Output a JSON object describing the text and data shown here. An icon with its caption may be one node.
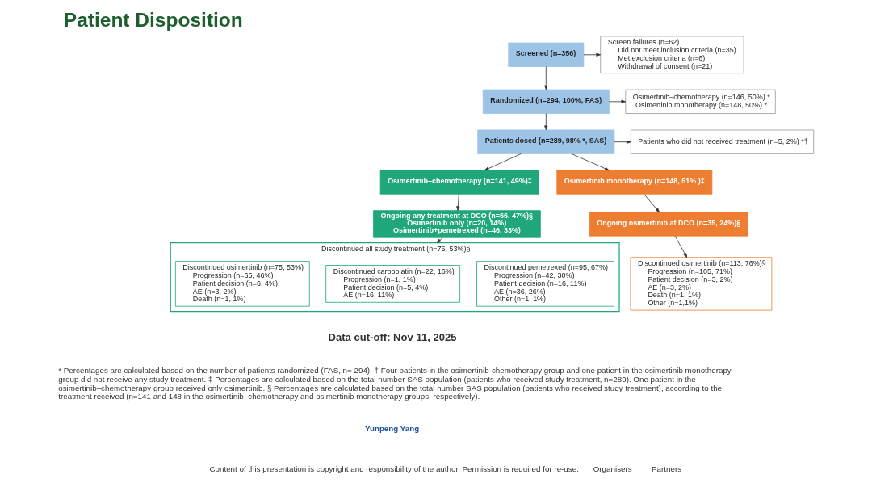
{
  "diagram": {
    "title": "Patient Disposition",
    "nodes": [
      {
        "text": [
          "Screened (n=356)"
        ]
      },
      {
        "text": [
          "Screen failures (n=62)",
          "Did not meet inclusion criteria (n=35)",
          "Met exclusion criteria (n=6)",
          "Withdrawal of consent (n=21)"
        ]
      },
      {
        "text": [
          "Randomized (n=294, 100%, FAS)"
        ]
      },
      {
        "text": [
          "Osimertinib–chemotherapy (n=146, 50%) *",
          "Osimertinib monotherapy (n=148, 50%) *"
        ]
      },
      {
        "text": [
          "Patients dosed (n=289, 98% *, SAS)"
        ]
      },
      {
        "text": [
          "Patients who did not received treatment (n=5, 2%) *†"
        ]
      },
      {
        "text": [
          "Osimertinib–chemotherapy (n=141, 49%)‡"
        ]
      },
      {
        "text": [
          "Osimertinib monotherapy (n=148, 51% )‡"
        ]
      },
      {
        "text": [
          "Ongoing any treatment at DCO (n=66, 47%)§",
          "Osimertinib only (n=20, 14%)",
          "Osimertinib+pemetrexed (n=46, 33%)"
        ]
      },
      {
        "text": [
          "Ongoing osimertinib at DCO (n=35, 24%)§"
        ]
      },
      {
        "text": [
          "Discontinued all study treatment (n=75, 53%)§"
        ]
      },
      {
        "text": [
          "Discontinued osimertinib (n=75, 53%)",
          "Progression (n=65, 46%)",
          "Patient decision (n=6, 4%)",
          "AE (n=3, 2%)",
          "Death (n=1, 1%)"
        ],
        "in": 10
      },
      {
        "text": [
          "Discontinued carboplatin (n=22, 16%)",
          "Progression (n=1, 1%)",
          "Patient decision (n=5, 4%)",
          "AE (n=16, 11%)"
        ],
        "in": 10
      },
      {
        "text": [
          "Discontinued pemetrexed (n=95, 67%)",
          "Progression (n=42, 30%)",
          "Patient decision (n=16, 11%)",
          "AE (n=36, 26%)",
          "Other (n=1, 1%)"
        ],
        "in": 10
      },
      {
        "text": [
          "Discontinued osimertinib (n=113, 76%)§",
          "Progression (n=105, 71%)",
          "Patient decision (n=3, 2%)",
          "AE (n=3, 2%)",
          "Death (n=1, 1%)",
          "Other (n=1,1%)"
        ]
      }
    ],
    "edges": [
      {
        "from": 0,
        "to": 1,
        "arrow": "to"
      },
      {
        "from": 0,
        "to": 2,
        "arrow": "to"
      },
      {
        "from": 2,
        "to": 3,
        "arrow": "to"
      },
      {
        "from": 2,
        "to": 4,
        "arrow": "to"
      },
      {
        "from": 4,
        "to": 5,
        "arrow": "to"
      },
      {
        "from": 4,
        "to": 6,
        "arrow": "to"
      },
      {
        "from": 4,
        "to": 7,
        "arrow": "to"
      },
      {
        "from": 6,
        "to": 8,
        "arrow": "to"
      },
      {
        "from": 7,
        "to": 9,
        "arrow": "to"
      },
      {
        "from": 8,
        "to": 10,
        "arrow": "to"
      },
      {
        "from": 9,
        "to": 14,
        "arrow": "to"
      }
    ],
    "labels": [
      "Data cut-off: Nov 11, 2025",
      "* Percentages are calculated based on the number of patients randomized (FAS, n= 294). † Four patients in the osimertinib-chemotherapy group and one patient in the osimertinib monotherapy group did not receive any study treatment. ‡ Percentages are calculated based on the total number SAS population (patients who received study treatment, n=289). One patient in the osimertinib–chemotherapy group received only osimertinib. § Percentages are calculated based on the total number SAS population (patients who received study treatment), according to the treatment received (n=141 and 148 in the osimertinib–chemotherapy and osimertinib monotherapy groups, respectively).",
      "Yunpeng Yang",
      "Content of this presentation is copyright and responsibility of the author. Permission is required for re-use.",
      "Organisers",
      "Partners"
    ]
  }
}
